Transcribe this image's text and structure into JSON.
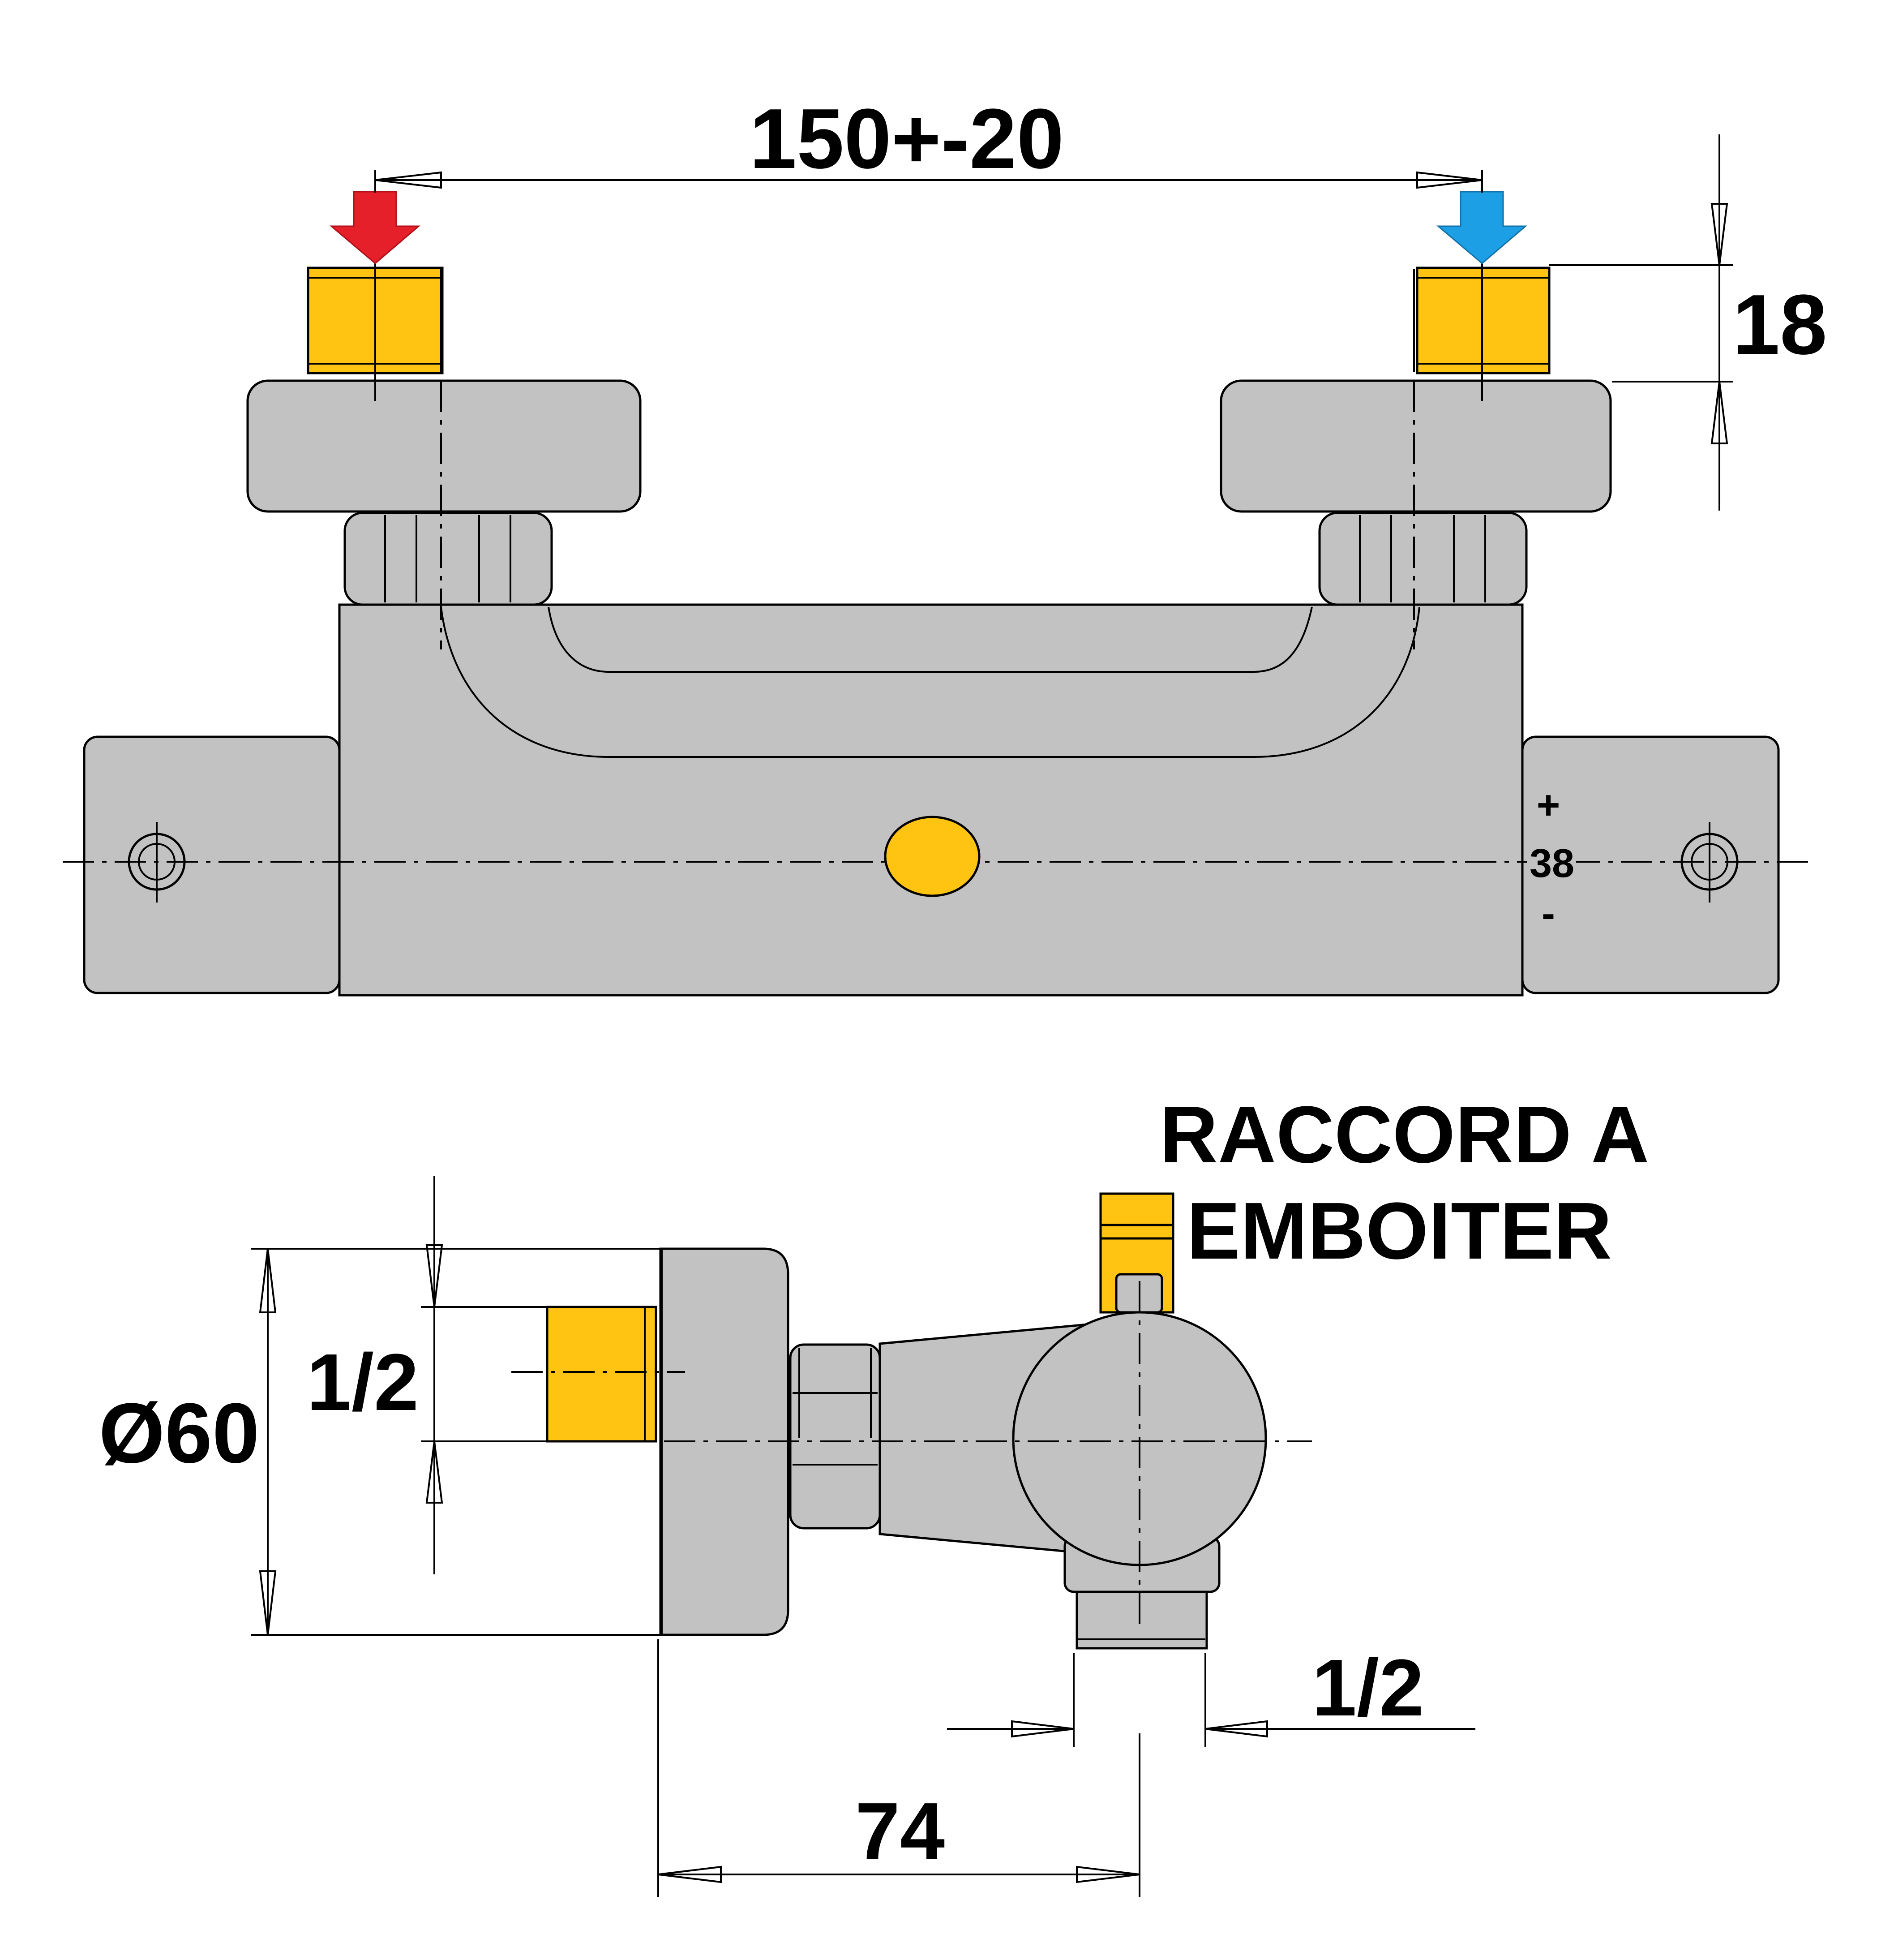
{
  "dimensions": {
    "inlet_spacing": "150+-20",
    "inlet_height": "18",
    "thread_inlet": "1/2",
    "diameter": "Ø60",
    "thread_outlet": "1/2",
    "depth": "74",
    "adjust_plus": "+",
    "adjust_value": "38",
    "adjust_minus": "-"
  },
  "callout": {
    "line1": "RACCORD A",
    "line2": "EMBOITER"
  },
  "colors": {
    "body": "#c2c2c2",
    "fitting": "#ffc412",
    "hot_arrow": "#e5202a",
    "cold_arrow": "#1c9fe4",
    "line": "#000000",
    "background": "#ffffff"
  },
  "icons": {
    "hot_inlet": "down-arrow-icon",
    "cold_inlet": "down-arrow-icon"
  }
}
